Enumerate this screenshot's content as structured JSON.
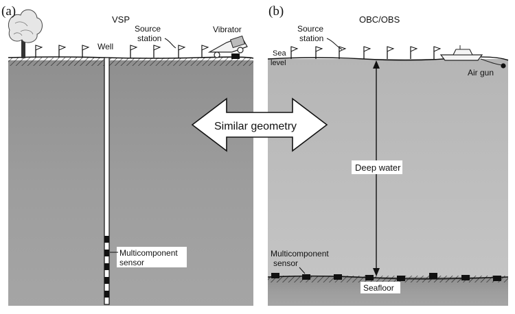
{
  "panel_a": {
    "letter": "(a)",
    "title": "VSP",
    "source_station_label_1": "Source",
    "source_station_label_2": "station",
    "vibrator_label": "Vibrator",
    "well_label": "Well",
    "sensor_label_1": "Multicomponent",
    "sensor_label_2": "sensor"
  },
  "panel_b": {
    "letter": "(b)",
    "title": "OBC/OBS",
    "source_station_label_1": "Source",
    "source_station_label_2": "station",
    "sea_level_label_1": "Sea",
    "sea_level_label_2": "level",
    "air_gun_label": "Air gun",
    "deep_water_label": "Deep water",
    "sensor_label_1": "Multicomponent",
    "sensor_label_2": "sensor",
    "seafloor_label": "Seafloor"
  },
  "center": {
    "similar_label": "Similar geometry"
  },
  "colors": {
    "earth_gray": "#9a9a9a",
    "water_gray": "#bdbdbd",
    "ink": "#111111",
    "background": "#ffffff"
  },
  "icons": [
    "tree-icon",
    "flag-icon",
    "vibrator-truck-icon",
    "boat-icon",
    "air-gun-icon",
    "double-arrow-icon"
  ]
}
